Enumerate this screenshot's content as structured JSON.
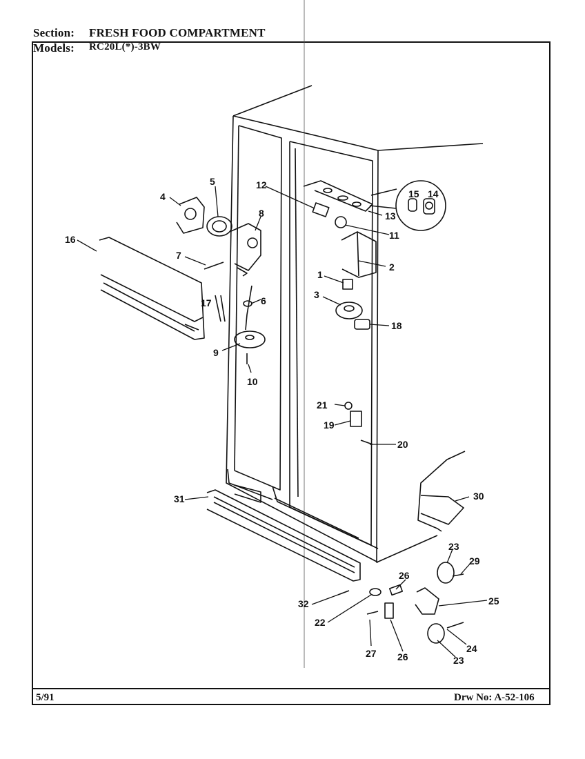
{
  "header": {
    "section_label": "Section:",
    "section_value": "FRESH FOOD COMPARTMENT",
    "models_label": "Models:",
    "models_value": "RC20L(*)-3BW"
  },
  "footer": {
    "date": "5/91",
    "drawing_number": "Drw No: A-52-106"
  },
  "callouts": [
    "1",
    "2",
    "3",
    "4",
    "5",
    "6",
    "7",
    "8",
    "9",
    "10",
    "11",
    "12",
    "13",
    "14",
    "15",
    "16",
    "17",
    "18",
    "19",
    "20",
    "21",
    "22",
    "23",
    "23",
    "24",
    "25",
    "26",
    "26",
    "27",
    "29",
    "30",
    "31",
    "32"
  ]
}
